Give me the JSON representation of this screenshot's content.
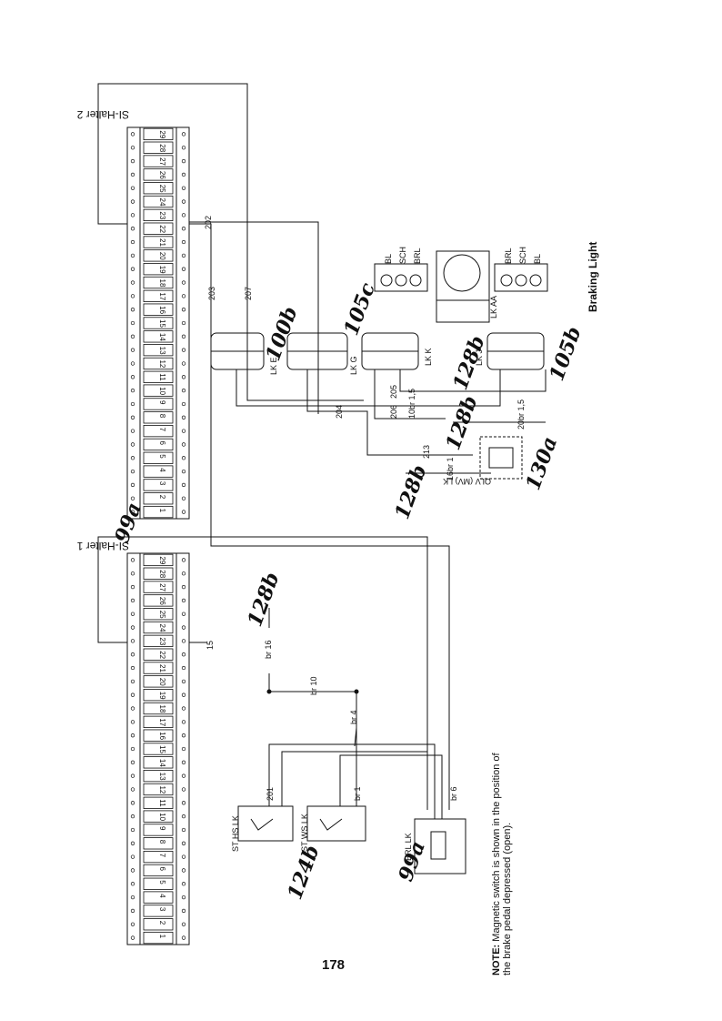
{
  "page": {
    "title": "Braking Light",
    "number": "178",
    "note_label": "NOTE:",
    "note_text": "Magnetic switch is shown in the position of the brake pedal depressed (open)."
  },
  "callouts": {
    "c99a_upper": "99a",
    "c99a_lower": "99a",
    "c128b_a": "128b",
    "c128b_b": "128b",
    "c128b_c": "128b",
    "c128b_d": "128b",
    "c124b": "124b",
    "c100b": "100b",
    "c105c": "105c",
    "c105b": "105b",
    "c130a": "130a"
  },
  "fuse_holders": {
    "holder2_label": "SI-Halter 2",
    "holder1_label": "SI-Halter 1",
    "fuse_numbers": [
      "1",
      "2",
      "3",
      "4",
      "5",
      "6",
      "7",
      "8",
      "9",
      "10",
      "11",
      "12",
      "13",
      "14",
      "15",
      "16",
      "17",
      "18",
      "19",
      "20",
      "21",
      "22",
      "23",
      "24",
      "25",
      "26",
      "27",
      "28",
      "29"
    ]
  },
  "connectors": {
    "lk_e": "LK E",
    "lk_g": "LK G",
    "lk_k": "LK K",
    "lk_aa": "LK AA",
    "lk_j": "LK J",
    "st_hs": "ST HS LK",
    "st_ws": "ST WS LK",
    "brl_lk": "BRL LK",
    "olv": "OLV (MV) LK"
  },
  "lamps": {
    "lamp_group_top": [
      "BL",
      "SCH",
      "BRL"
    ],
    "lamp_group_bottom": [
      "BRL",
      "SCH",
      "BL"
    ]
  },
  "wires": {
    "w202": "202",
    "w203": "203",
    "w207": "207",
    "w204": "204",
    "w205": "205",
    "w206": "206",
    "w213": "213",
    "w201": "201",
    "br1": "br 1",
    "br10": "br 10",
    "br16": "br 16",
    "br4": "br 4",
    "br6": "br 6",
    "w10br": "10br 1,5",
    "w20br": "20br 1,5",
    "w16br": "16br 1",
    "w15": "15"
  }
}
